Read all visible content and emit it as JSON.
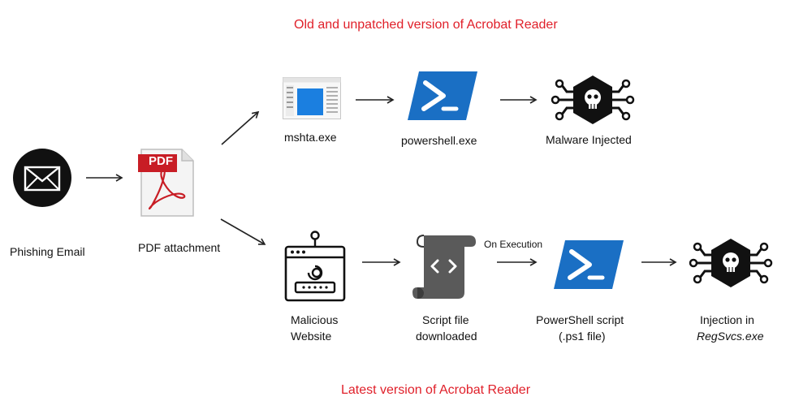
{
  "titles": {
    "top": "Old and unpatched version of Acrobat Reader",
    "bottom": "Latest version of Acrobat Reader"
  },
  "nodes": {
    "phishing_email": "Phishing Email",
    "pdf_attachment": "PDF attachment",
    "pdf_icon_text": "PDF",
    "mshta": "mshta.exe",
    "powershell_exe": "powershell.exe",
    "malware_injected": "Malware Injected",
    "malicious_website_line1": "Malicious",
    "malicious_website_line2": "Website",
    "script_file_line1": "Script file",
    "script_file_line2": "downloaded",
    "on_execution": "On Execution",
    "powershell_script_line1": "PowerShell script",
    "powershell_script_line2": "(.ps1 file)",
    "injection_line1": "Injection in",
    "injection_line2": "RegSvcs.exe"
  },
  "colors": {
    "title_red": "#e0202a",
    "powershell_blue": "#1a6fc4",
    "pdf_red": "#c81d25",
    "dark": "#111111"
  },
  "icons": [
    "envelope-icon",
    "pdf-file-icon",
    "window-app-icon",
    "powershell-icon",
    "malware-bug-icon",
    "malicious-website-icon",
    "script-scroll-icon"
  ]
}
